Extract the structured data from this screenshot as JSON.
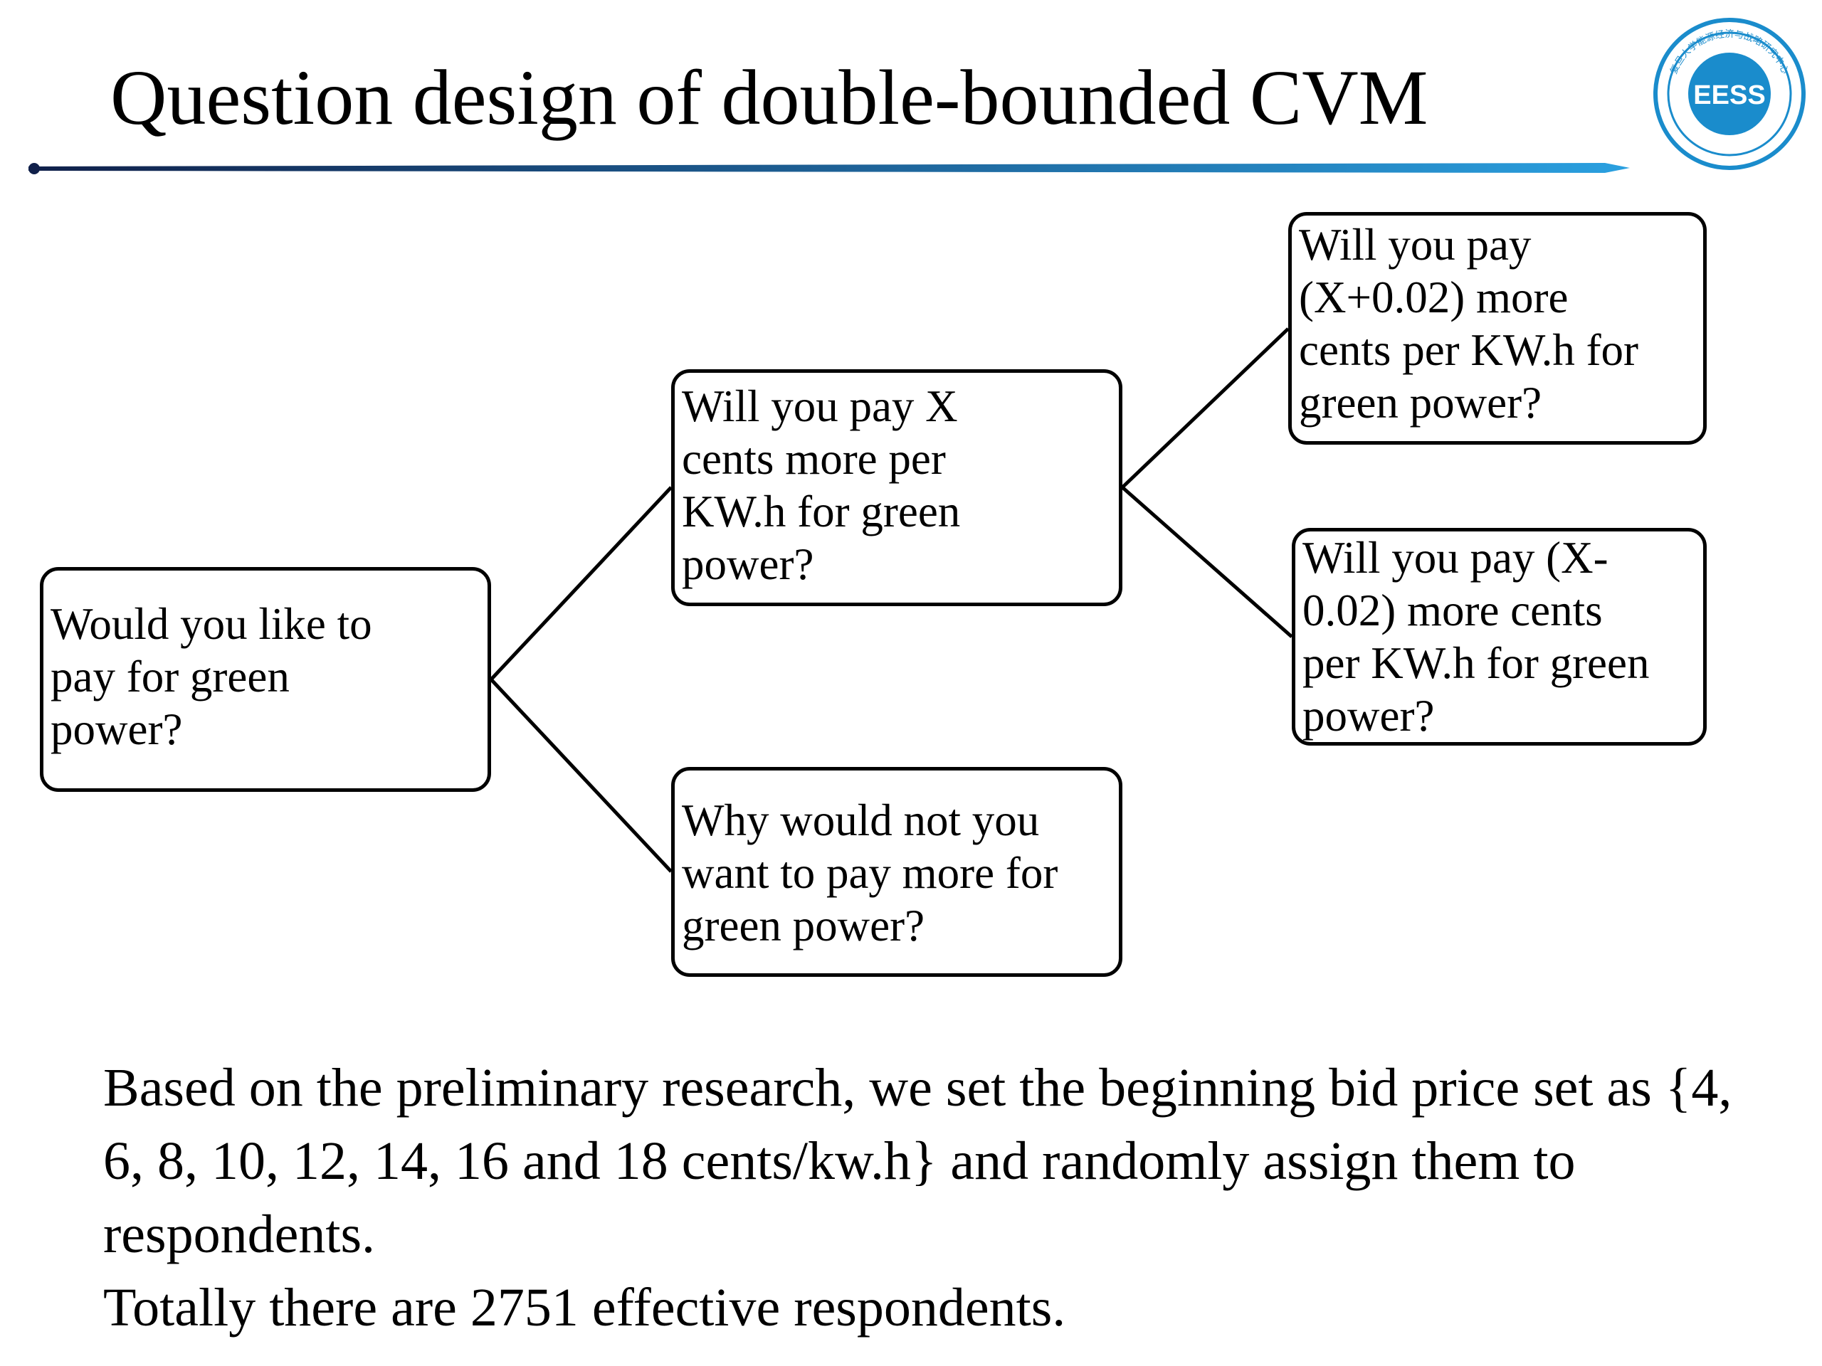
{
  "title": "Question design of double-bounded CVM",
  "colors": {
    "text": "#000000",
    "rule_start": "#10204a",
    "rule_end": "#2aa0e0",
    "logo_blue": "#1a8ccc"
  },
  "logo": {
    "icon": "eess-institute-seal-logo",
    "mark_text": "EESS",
    "ring_text": "复旦大学能源经济与战略研究中心"
  },
  "flowchart": {
    "root": "Would you like to\npay for green\npower?",
    "yes_question": "Will you pay X\ncents more per\nKW.h for green\npower?",
    "no_question": "Why would not you\nwant to pay more for\ngreen power?",
    "yes_yes_question": "Will you pay\n(X+0.02) more\ncents per KW.h for\ngreen power?",
    "yes_no_question": "Will you pay (X-\n0.02) more cents\nper KW.h for green\npower?"
  },
  "body": {
    "paragraph": "Based on the preliminary research, we set the beginning bid price set as {4, 6, 8, 10, 12, 14, 16 and 18 cents/kw.h} and randomly assign them to respondents.",
    "summary": "Totally there are 2751 effective respondents."
  }
}
